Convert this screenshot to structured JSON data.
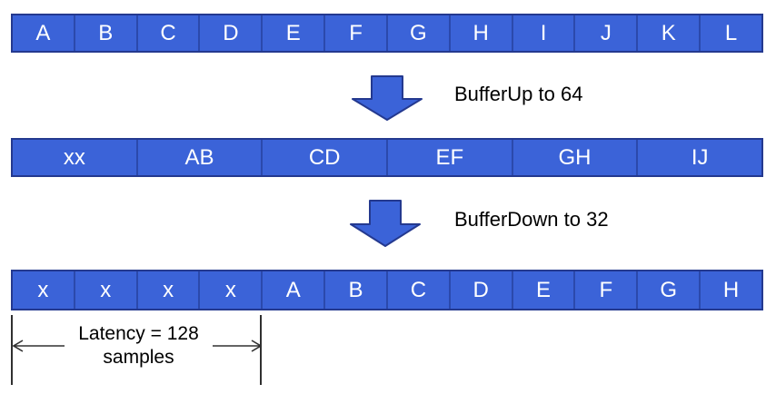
{
  "colors": {
    "cell_fill": "#3b63d8",
    "cell_border": "#24398f",
    "cell_divider": "#2b49ac",
    "cell_text": "#ffffff",
    "arrow_fill": "#3b63d8",
    "arrow_outline": "#24398f",
    "label_text": "#000000",
    "annotation_color": "#303030"
  },
  "rows": [
    {
      "name": "input-buffer-row",
      "cells": [
        "A",
        "B",
        "C",
        "D",
        "E",
        "F",
        "G",
        "H",
        "I",
        "J",
        "K",
        "L"
      ]
    },
    {
      "name": "bufferup-result-row",
      "cells": [
        "xx",
        "AB",
        "CD",
        "EF",
        "GH",
        "IJ"
      ]
    },
    {
      "name": "bufferdown-result-row",
      "cells": [
        "x",
        "x",
        "x",
        "x",
        "A",
        "B",
        "C",
        "D",
        "E",
        "F",
        "G",
        "H"
      ]
    }
  ],
  "steps": [
    {
      "label": "BufferUp to 64"
    },
    {
      "label": "BufferDown to 32"
    }
  ],
  "latency_annotation": {
    "line1": "Latency = 128",
    "line2": "samples"
  }
}
